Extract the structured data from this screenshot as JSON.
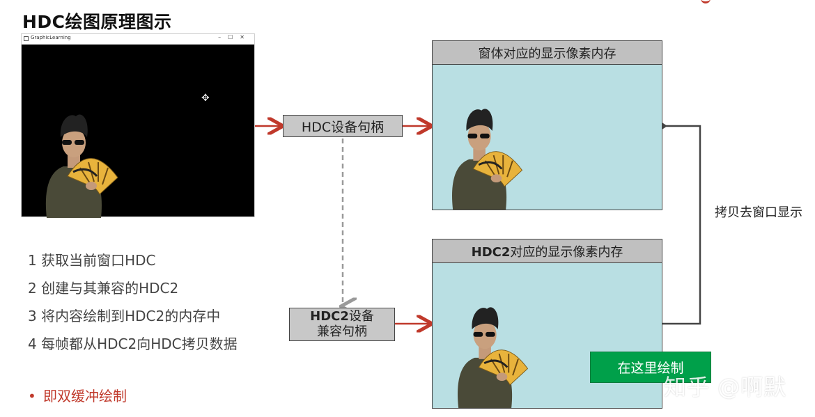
{
  "slide": {
    "title": "HDC绘图原理图示"
  },
  "app_window": {
    "title": "GraphicLearning",
    "controls": "–☐✕"
  },
  "nodes": {
    "hdc_device": "HDC设备句柄",
    "hdc2_device_line1_bold": "HDC2",
    "hdc2_device_line1_rest": "设备",
    "hdc2_device_line2": "兼容句柄",
    "window_memory": "窗体对应的显示像素内存",
    "hdc2_memory_bold": "HDC2",
    "hdc2_memory_rest": "对应的显示像素内存",
    "draw_here": "在这里绘制",
    "copy_label": "拷贝去窗口显示"
  },
  "steps": [
    "1 获取当前窗口HDC",
    "2 创建与其兼容的HDC2",
    "3 将内容绘制到HDC2的内存中",
    "4 每帧都从HDC2向HDC拷贝数据"
  ],
  "bullet": {
    "symbol": "•",
    "text": "即双缓冲绘制"
  },
  "watermark": "知乎 @啊默",
  "colors": {
    "arrow_red": "#c0392b",
    "arrow_dark": "#444444",
    "memory_fill": "#b9dfe3",
    "box_gray": "#c8c8c8",
    "draw_green": "#00a04a",
    "bullet_red": "#c0392b"
  },
  "icons": {
    "cursor": "move-cursor-icon",
    "person": "person-with-fan-icon"
  }
}
